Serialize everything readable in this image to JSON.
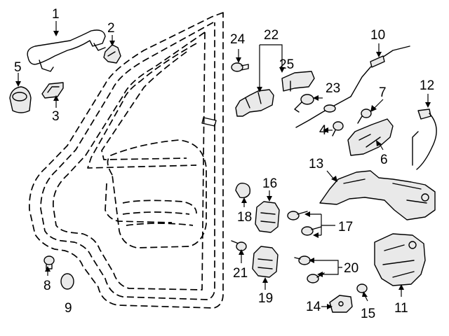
{
  "diagram": {
    "labels": {
      "p1": "1",
      "p2": "2",
      "p3": "3",
      "p4": "4",
      "p5": "5",
      "p6": "6",
      "p7": "7",
      "p8": "8",
      "p9": "9",
      "p10": "10",
      "p11": "11",
      "p12": "12",
      "p13": "13",
      "p14": "14",
      "p15": "15",
      "p16": "16",
      "p17": "17",
      "p18": "18",
      "p19": "19",
      "p20": "20",
      "p21": "21",
      "p22": "22",
      "p23": "23",
      "p24": "24",
      "p25": "25"
    }
  }
}
